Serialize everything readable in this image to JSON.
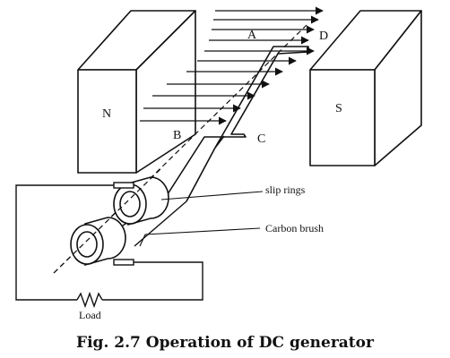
{
  "diagram": {
    "labels": {
      "north_pole": "N",
      "south_pole": "S",
      "point_a": "A",
      "point_b": "B",
      "point_c": "C",
      "point_d": "D",
      "slip_rings": "slip rings",
      "carbon_brush": "Carbon brush",
      "load": "Load"
    },
    "caption": "Fig. 2.7 Operation of DC generator"
  }
}
